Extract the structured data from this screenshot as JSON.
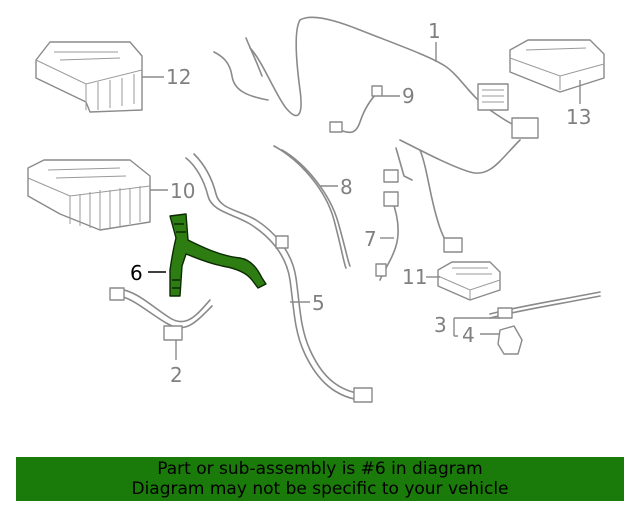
{
  "callouts": {
    "c1": "1",
    "c2": "2",
    "c3": "3",
    "c4": "4",
    "c5": "5",
    "c6": "6",
    "c7": "7",
    "c8": "8",
    "c9": "9",
    "c10": "10",
    "c11": "11",
    "c12": "12",
    "c13": "13"
  },
  "highlight_color": "#2e7d12",
  "banner": {
    "line1": "Part or sub-assembly is #6 in diagram",
    "line2": "Diagram may not be specific to your vehicle",
    "background": "#1a7a0a"
  }
}
